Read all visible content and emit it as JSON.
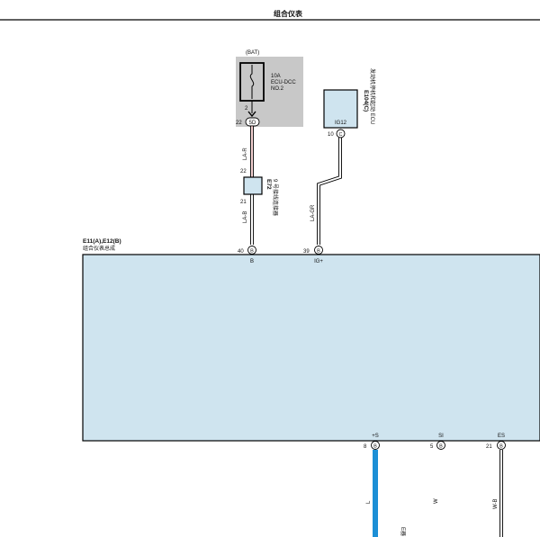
{
  "page": {
    "title": "组合仪表"
  },
  "fuse": {
    "source": "(BAT)",
    "rating": "10A",
    "name": "ECU-DCC",
    "number": "NO.2",
    "pin_top": "2",
    "pin_side": "22",
    "connector": "5D"
  },
  "ecu_ig12": {
    "label": "IG12",
    "pin": "10",
    "connector": "C",
    "code": "E104(C)",
    "desc": "发动机停机和起动 ECU"
  },
  "sensor": {
    "code": "E72",
    "pin_top": "22",
    "pin_bottom": "21",
    "desc": "9 号接线连接器"
  },
  "wires": {
    "w1_upper": "LA-R",
    "w1_lower": "LA-B",
    "w2": "LA-GR",
    "w3": "L",
    "w4": "W",
    "w5": "W-B"
  },
  "meter": {
    "code": "E11(A),E12(B)",
    "desc": "组合仪表总成",
    "pins_top": [
      {
        "num": "40",
        "conn": "B",
        "name": "B"
      },
      {
        "num": "39",
        "conn": "B",
        "name": "IG+"
      }
    ],
    "pins_bottom": [
      {
        "num": "8",
        "conn": "B",
        "name": "+S"
      },
      {
        "num": "5",
        "conn": "B",
        "name": "SI"
      },
      {
        "num": "21",
        "conn": "B",
        "name": "ES"
      }
    ]
  },
  "bottom_fragment": "E器",
  "colors": {
    "box_fill": "#cfe4ef",
    "fuse_gray": "#c8c8c8",
    "wire_blue": "#1c8fd6"
  }
}
